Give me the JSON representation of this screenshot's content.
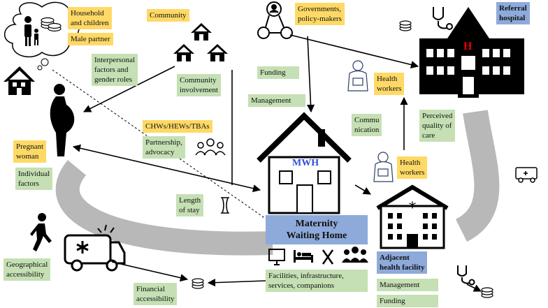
{
  "labels": {
    "household": "Household\nand children",
    "male_partner": "Male partner",
    "community": "Community",
    "governments": "Governments,\npolicy-makers",
    "referral_hospital": "Referral\nhospital",
    "interpersonal": "Interpersonal\nfactors and\ngender roles",
    "community_involvement": "Community\ninvolvement",
    "funding_top": "Funding",
    "management_top": "Management",
    "health_workers_top": "Health\nworkers",
    "communication": "Commu\nnication",
    "perceived_quality": "Perceived\nquality of\ncare",
    "chws": "CHWs/HEWs/TBAs",
    "partnership": "Partnership,\nadvocacy",
    "pregnant_woman": "Pregnant\nwoman",
    "individual_factors": "Individual\nfactors",
    "length_of_stay": "Length\nof stay",
    "health_workers_mid": "Health\nworkers",
    "mwh_title": "Maternity\nWaiting Home",
    "mwh_mark": "MWH",
    "h_mark": "H",
    "geographical": "Geographical\naccessibility",
    "facilities": "Facilities, infrastructure,\nservices, companions",
    "adjacent": "Adjacent\nhealth facility",
    "management_bottom": "Management",
    "funding_bottom": "Funding",
    "financial": "Financial\naccessibility"
  },
  "icons": [
    "thought-cloud-icon",
    "family-icon",
    "coins-icon",
    "house-icon",
    "community-houses-icon",
    "network-people-icon",
    "stethoscope-icon",
    "hospital-building-icon",
    "pregnant-woman-icon",
    "nurse-icon",
    "group-people-icon",
    "hourglass-icon",
    "walking-person-icon",
    "ambulance-icon",
    "monitor-icon",
    "bed-icon",
    "utensils-icon",
    "people-icon",
    "health-facility-icon"
  ],
  "colors": {
    "yellow": "#ffd966",
    "green": "#c5e0b4",
    "blue": "#8eaadb",
    "road": "#b8b8b8",
    "mwh_text": "#2e4fd8",
    "h_text": "#e00000"
  }
}
